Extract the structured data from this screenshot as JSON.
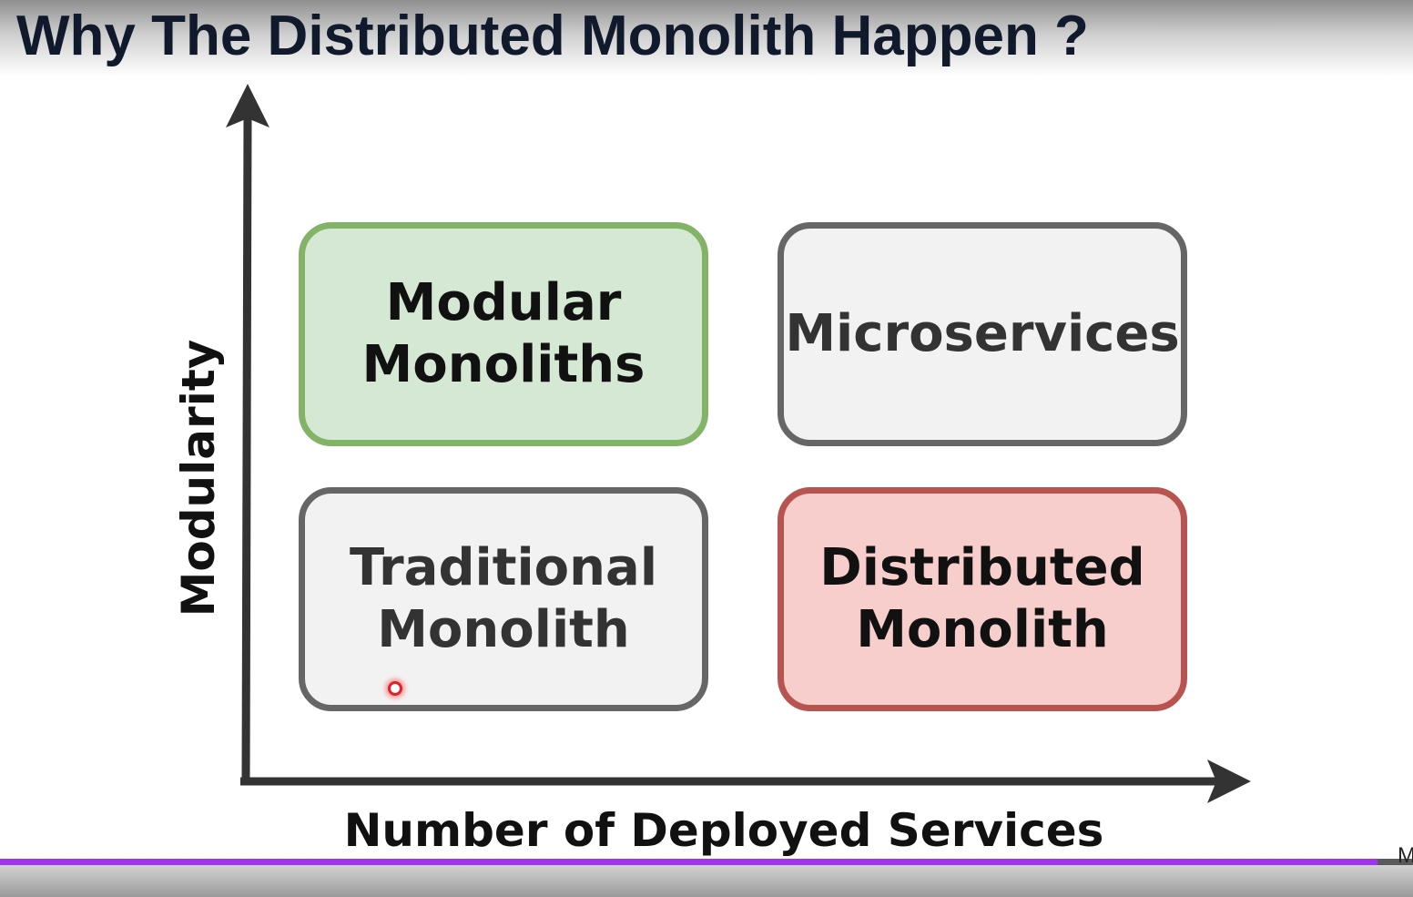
{
  "slide": {
    "title": "Why The Distributed Monolith Happen ?"
  },
  "axes": {
    "y_label": "Modularity",
    "x_label": "Number of Deployed Services",
    "color": "#333333"
  },
  "quadrants": {
    "top_left": {
      "label": "Modular\nMonoliths",
      "fill": "#d5e8d4",
      "border": "#82b366",
      "text_color": "#111111"
    },
    "top_right": {
      "label": "Microservices",
      "fill": "#f2f2f2",
      "border": "#666666",
      "text_color": "#333333"
    },
    "bottom_left": {
      "label": "Traditional\nMonolith",
      "fill": "#f2f2f2",
      "border": "#666666",
      "text_color": "#333333"
    },
    "bottom_right": {
      "label": "Distributed\nMonolith",
      "fill": "#f8cecc",
      "border": "#b85450",
      "text_color": "#111111"
    }
  },
  "video": {
    "progress_fraction": 0.975,
    "progress_color": "#a034e8",
    "corner_text": "M"
  }
}
